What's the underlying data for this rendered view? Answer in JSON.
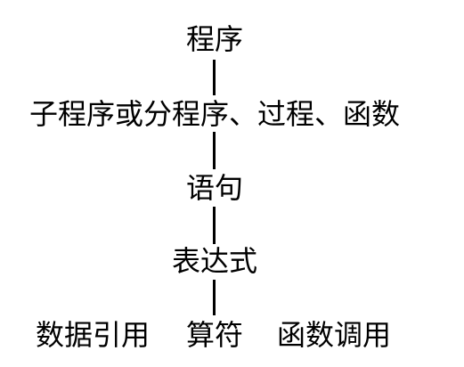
{
  "diagram": {
    "level_1": "程序",
    "level_2": "子程序或分程序、过程、函数",
    "level_3": "语句",
    "level_4": "表达式",
    "level_5": [
      "数据引用",
      "算符",
      "函数调用"
    ]
  }
}
